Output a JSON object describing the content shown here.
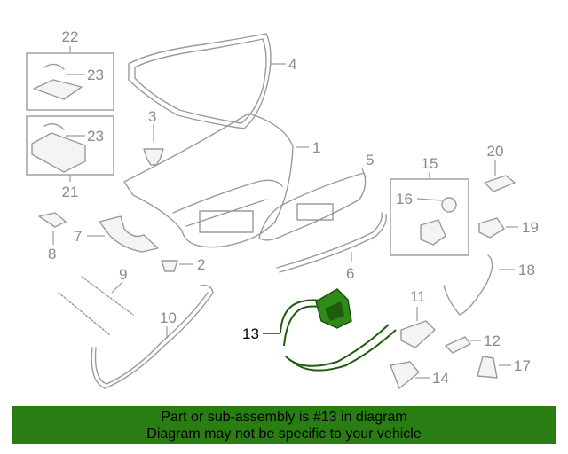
{
  "diagram": {
    "highlighted_part": "13",
    "highlight_color": "#2a7d13",
    "callouts": {
      "c1": "1",
      "c2": "2",
      "c3": "3",
      "c4": "4",
      "c5": "5",
      "c6": "6",
      "c7": "7",
      "c8": "8",
      "c9": "9",
      "c10": "10",
      "c11": "11",
      "c12": "12",
      "c13": "13",
      "c14": "14",
      "c15": "15",
      "c16": "16",
      "c17": "17",
      "c18": "18",
      "c19": "19",
      "c20": "20",
      "c21": "21",
      "c22": "22",
      "c23a": "23",
      "c23b": "23"
    }
  },
  "banner": {
    "line1": "Part or sub-assembly is #13 in diagram",
    "line2": "Diagram may not be specific to your vehicle",
    "background": "#2a7d13"
  }
}
